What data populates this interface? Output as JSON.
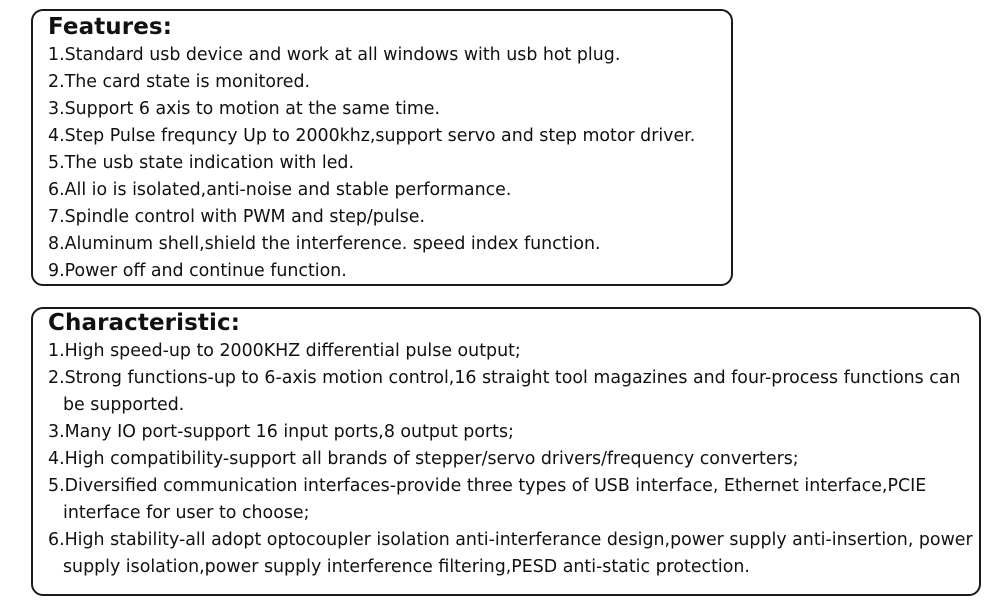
{
  "features": {
    "heading": "Features:",
    "items": [
      "1.Standard usb device and work at all windows with usb hot plug.",
      "2.The card state is monitored.",
      "3.Support 6 axis to motion at the same time.",
      "4.Step Pulse frequncy Up to 2000khz,support servo and step motor driver.",
      "5.The usb state indication with led.",
      "6.All io is isolated,anti-noise and stable performance.",
      "7.Spindle control with PWM and step/pulse.",
      "8.Aluminum shell,shield the interference. speed index function.",
      "9.Power off and continue function."
    ]
  },
  "characteristic": {
    "heading": "Characteristic:",
    "items": [
      "1.High speed-up to 2000KHZ differential pulse output;",
      "2.Strong functions-up to 6-axis motion control,16 straight tool magazines and four-process functions can be supported.",
      "3.Many IO port-support 16 input ports,8 output ports;",
      "4.High compatibility-support all brands of stepper/servo drivers/frequency converters;",
      "5.Diversified communication interfaces-provide three types of USB interface, Ethernet interface,PCIE interface for user to choose;",
      "6.High stability-all adopt optocoupler isolation anti-interferance design,power supply anti-insertion, power supply isolation,power supply interference filtering,PESD anti-static protection."
    ]
  }
}
